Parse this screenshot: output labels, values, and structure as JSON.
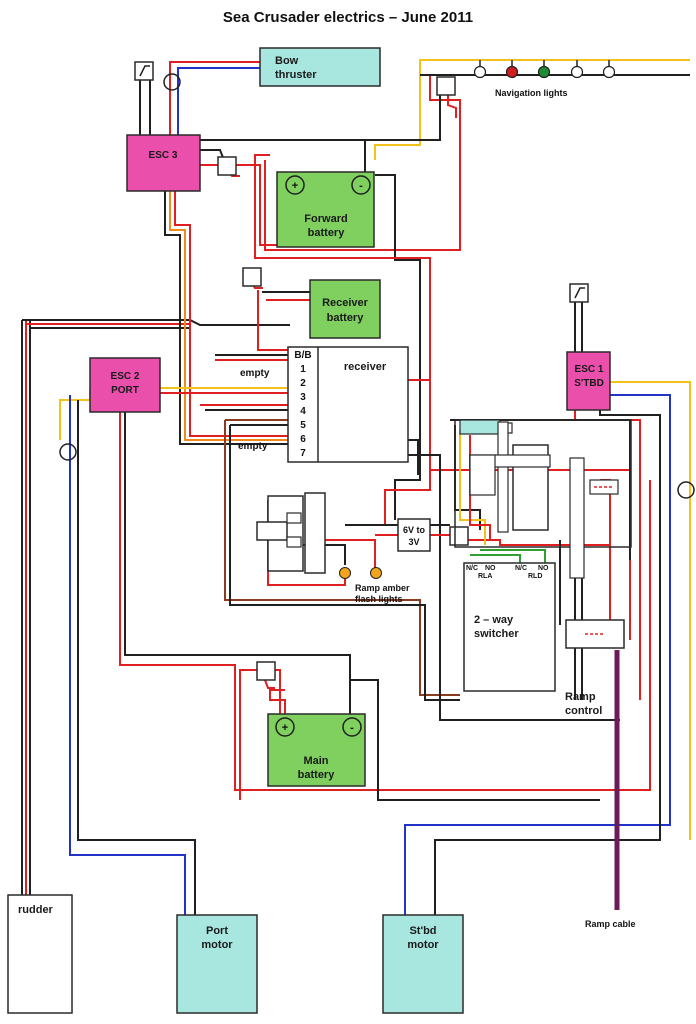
{
  "title": "Sea Crusader electrics – June 2011",
  "colors": {
    "esc": "#e94fab",
    "battery": "#7fd05f",
    "device": "#a8e6e0",
    "wire_red": "#e02020",
    "wire_black": "#202020",
    "wire_yellow": "#f2c21a",
    "wire_blue": "#2233c8",
    "wire_orange": "#f08a20",
    "wire_green": "#2fa02f",
    "ramp_cable": "#6b1a5a"
  },
  "components": {
    "bow_thruster": [
      "Bow",
      "thruster"
    ],
    "esc3": "ESC 3",
    "forward_battery": [
      "Forward",
      "battery"
    ],
    "receiver_battery": [
      "Receiver",
      "battery"
    ],
    "esc2": [
      "ESC 2",
      "PORT"
    ],
    "esc1": [
      "ESC 1",
      "S'TBD"
    ],
    "receiver": "receiver",
    "receiver_pins": [
      "B/B",
      "1",
      "2",
      "3",
      "4",
      "5",
      "6",
      "7"
    ],
    "empty_top": "empty",
    "empty_bottom": "empty",
    "regulator": [
      "6V to",
      "3V"
    ],
    "ramp_flash": [
      "Ramp amber",
      "flash lights"
    ],
    "switcher": [
      "2 – way",
      "switcher"
    ],
    "rla": [
      "N/C",
      "NO",
      "RLA"
    ],
    "rld": [
      "N/C",
      "NO",
      "RLD"
    ],
    "main_battery": [
      "Main",
      "battery"
    ],
    "ramp_control": [
      "Ramp",
      "control"
    ],
    "navigation_lights": "Navigation lights",
    "rudder": "rudder",
    "port_motor": [
      "Port",
      "motor"
    ],
    "stbd_motor": [
      "St'bd",
      "motor"
    ],
    "ramp_cable": "Ramp cable",
    "plus": "+",
    "minus": "-"
  }
}
